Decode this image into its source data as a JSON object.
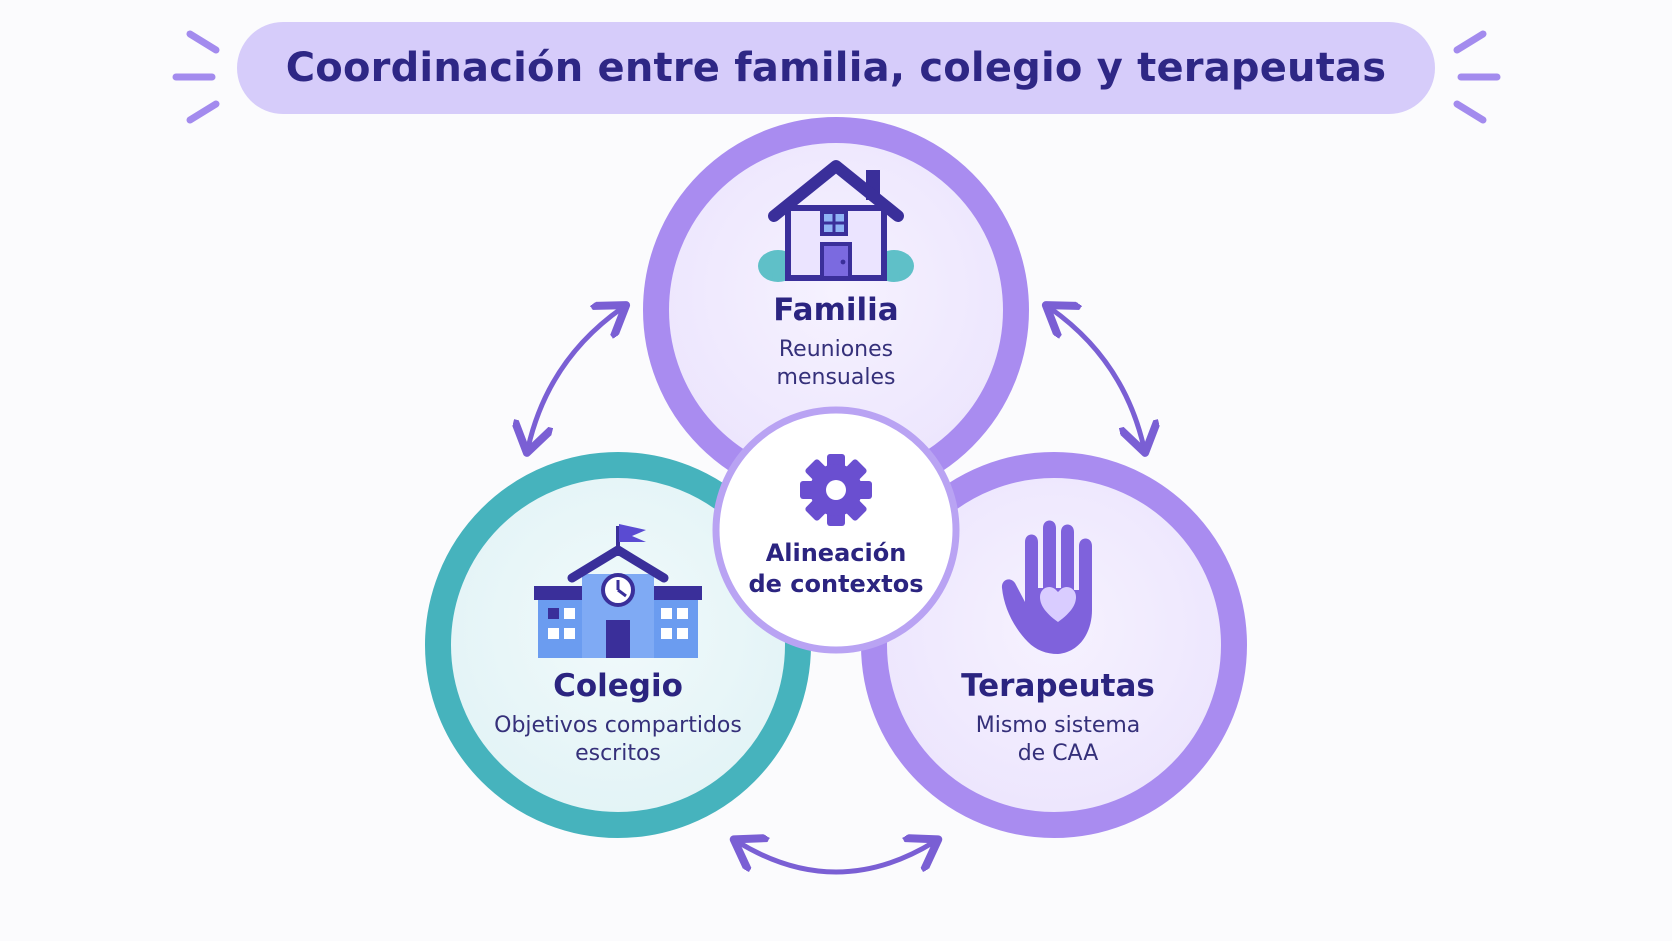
{
  "title": "Coordinación entre familia, colegio y terapeutas",
  "colors": {
    "title_bg": "#d6ccfa",
    "title_text": "#2e2785",
    "purple_ring": "#a98cf0",
    "teal_ring": "#46b3bd",
    "arrow": "#7a5fd4",
    "text_dark": "#2b2480"
  },
  "nodes": {
    "familia": {
      "icon": "house-icon",
      "title": "Familia",
      "subtitle_lines": [
        "Reuniones",
        "mensuales"
      ]
    },
    "colegio": {
      "icon": "school-icon",
      "title": "Colegio",
      "subtitle_lines": [
        "Objetivos compartidos",
        "escritos"
      ]
    },
    "terapeutas": {
      "icon": "hand-heart-icon",
      "title": "Terapeutas",
      "subtitle_lines": [
        "Mismo sistema",
        "de CAA"
      ]
    }
  },
  "center": {
    "icon": "gear-icon",
    "lines": [
      "Alineación",
      "de contextos"
    ]
  }
}
